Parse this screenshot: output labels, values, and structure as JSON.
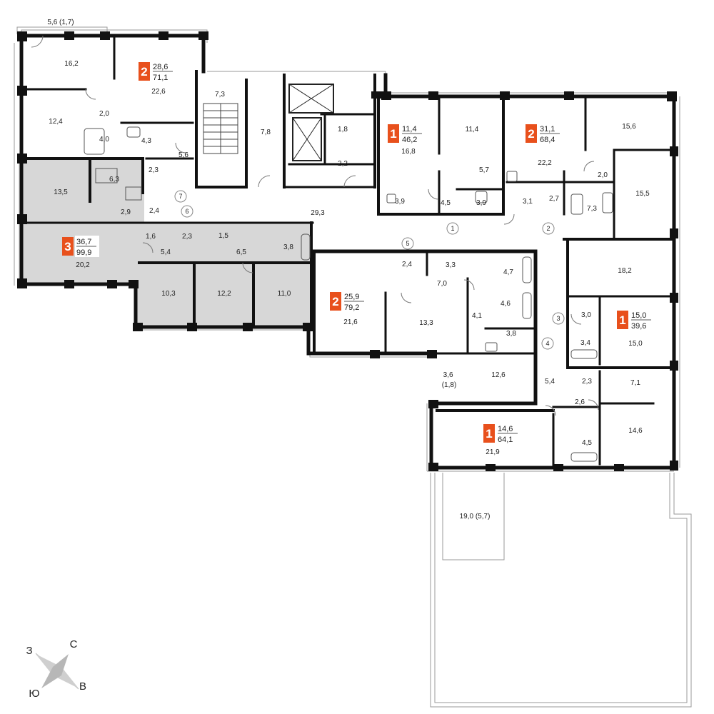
{
  "plan": {
    "accent_color": "#e8501c",
    "selected_fill": "#d7d7d7",
    "wall_color": "#111111",
    "rooms": [
      {
        "id": "balcony-top",
        "label": "5,6 (1,7)"
      },
      {
        "id": "a2-room-1",
        "label": "16,2"
      },
      {
        "id": "a2-living",
        "label": "22,6"
      },
      {
        "id": "a2-room-2",
        "label": "12,4"
      },
      {
        "id": "a2-hall",
        "label": "2,0"
      },
      {
        "id": "a2-bath",
        "label": "4,0"
      },
      {
        "id": "a2-wc",
        "label": "4,3"
      },
      {
        "id": "a2-corr",
        "label": "5,6"
      },
      {
        "id": "a2-store",
        "label": "2,3"
      },
      {
        "id": "stair",
        "label": "7,3"
      },
      {
        "id": "lift-hall",
        "label": "7,8"
      },
      {
        "id": "tech-1",
        "label": "1,8"
      },
      {
        "id": "tech-2",
        "label": "2,2"
      },
      {
        "id": "corridor",
        "label": "29,3"
      },
      {
        "id": "a3-room-1",
        "label": "13,5"
      },
      {
        "id": "a3-bath",
        "label": "6,3"
      },
      {
        "id": "a3-hall-1",
        "label": "2,9"
      },
      {
        "id": "a3-hall-2",
        "label": "2,4"
      },
      {
        "id": "a3-wc",
        "label": "1,6"
      },
      {
        "id": "a3-hall-3",
        "label": "2,3"
      },
      {
        "id": "a3-wc2",
        "label": "1,5"
      },
      {
        "id": "a3-hall-4",
        "label": "5,4"
      },
      {
        "id": "a3-hall-5",
        "label": "6,5"
      },
      {
        "id": "a3-bath2",
        "label": "3,8"
      },
      {
        "id": "a3-living",
        "label": "20,2"
      },
      {
        "id": "a3-room-2",
        "label": "10,3"
      },
      {
        "id": "a3-room-3",
        "label": "12,2"
      },
      {
        "id": "a3-room-4",
        "label": "11,0"
      },
      {
        "id": "b1-living",
        "label": "16,8"
      },
      {
        "id": "b1-room",
        "label": "11,4"
      },
      {
        "id": "b1-hall",
        "label": "5,7"
      },
      {
        "id": "b1-hall2",
        "label": "3,9"
      },
      {
        "id": "b1-hall3",
        "label": "4,5"
      },
      {
        "id": "b1-bath",
        "label": "3,9"
      },
      {
        "id": "b2-living",
        "label": "22,2"
      },
      {
        "id": "b2-room-1",
        "label": "15,6"
      },
      {
        "id": "b2-hall",
        "label": "2,0"
      },
      {
        "id": "b2-room-2",
        "label": "15,5"
      },
      {
        "id": "b2-wc",
        "label": "3,1"
      },
      {
        "id": "b2-hall2",
        "label": "2,7"
      },
      {
        "id": "b2-bath",
        "label": "7,3"
      },
      {
        "id": "c2-hall-1",
        "label": "2,4"
      },
      {
        "id": "c2-hall-2",
        "label": "3,3"
      },
      {
        "id": "c2-bath",
        "label": "4,7"
      },
      {
        "id": "c2-corr",
        "label": "7,0"
      },
      {
        "id": "c2-living",
        "label": "21,6"
      },
      {
        "id": "c2-room",
        "label": "13,3"
      },
      {
        "id": "c2-hall-3",
        "label": "4,1"
      },
      {
        "id": "c2-bath2",
        "label": "4,6"
      },
      {
        "id": "c2-hall-4",
        "label": "3,8"
      },
      {
        "id": "c2-balcony",
        "label": "3,6\n(1,8)"
      },
      {
        "id": "c2-room-2",
        "label": "12,6"
      },
      {
        "id": "d1-room",
        "label": "18,2"
      },
      {
        "id": "d1-hall",
        "label": "3,0"
      },
      {
        "id": "d1-bath",
        "label": "3,4"
      },
      {
        "id": "d1-living",
        "label": "15,0"
      },
      {
        "id": "e1-hall",
        "label": "5,4"
      },
      {
        "id": "e1-wc",
        "label": "2,3"
      },
      {
        "id": "e1-room",
        "label": "7,1"
      },
      {
        "id": "e1-hall2",
        "label": "2,6"
      },
      {
        "id": "e1-bath",
        "label": "4,5"
      },
      {
        "id": "e1-living",
        "label": "14,6"
      },
      {
        "id": "e1-main",
        "label": "21,9"
      },
      {
        "id": "terrace",
        "label": "19,0 (5,7)"
      }
    ],
    "apartments": [
      {
        "id": "apt-2a",
        "rooms": "2",
        "living": "28,6",
        "total": "71,1"
      },
      {
        "id": "apt-3",
        "rooms": "3",
        "living": "36,7",
        "total": "99,9"
      },
      {
        "id": "apt-1a",
        "rooms": "1",
        "living": "11,4",
        "total": "46,2"
      },
      {
        "id": "apt-2b",
        "rooms": "2",
        "living": "31,1",
        "total": "68,4"
      },
      {
        "id": "apt-2c",
        "rooms": "2",
        "living": "25,9",
        "total": "79,2"
      },
      {
        "id": "apt-1b",
        "rooms": "1",
        "living": "15,0",
        "total": "39,6"
      },
      {
        "id": "apt-1c",
        "rooms": "1",
        "living": "14,6",
        "total": "64,1"
      }
    ],
    "entrances": [
      "7",
      "6",
      "5",
      "1",
      "2",
      "3",
      "4"
    ],
    "compass": {
      "west": "З",
      "north": "С",
      "south": "Ю",
      "east": "В"
    }
  }
}
